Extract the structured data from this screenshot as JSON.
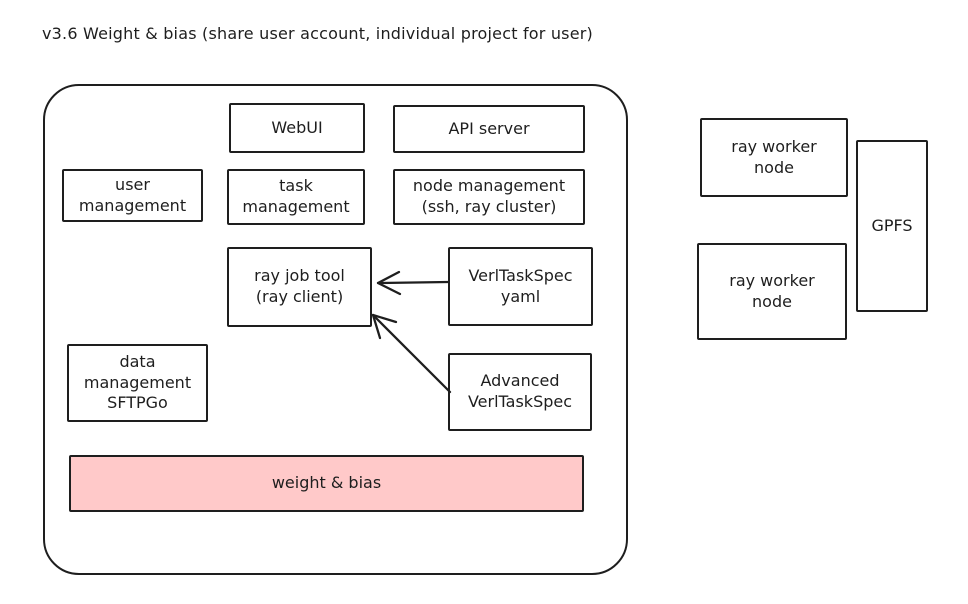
{
  "title": "v3.6 Weight & bias (share user account, individual project for user)",
  "colors": {
    "stroke": "#1e1e1e",
    "background": "#ffffff",
    "highlight_fill": "#ffc9c9"
  },
  "cluster": {
    "nodes": {
      "webui": {
        "label": "WebUI"
      },
      "api_server": {
        "label": "API server"
      },
      "user_management": {
        "label": "user\nmanagement"
      },
      "task_management": {
        "label": "task\nmanagement"
      },
      "node_management": {
        "label": "node management\n(ssh, ray cluster)"
      },
      "ray_job_tool": {
        "label": "ray job tool\n(ray client)"
      },
      "verl_task_spec_yaml": {
        "label": "VerlTaskSpec\nyaml"
      },
      "advanced_verl_task_spec": {
        "label": "Advanced\nVerlTaskSpec"
      },
      "data_management": {
        "label": "data\nmanagement\nSFTPGo"
      },
      "weight_and_bias": {
        "label": "weight & bias",
        "fill": "#ffc9c9"
      }
    }
  },
  "external": {
    "ray_worker_node_top": {
      "label": "ray worker\nnode"
    },
    "ray_worker_node_bottom": {
      "label": "ray worker\nnode"
    },
    "gpfs": {
      "label": "GPFS"
    }
  },
  "edges": [
    {
      "from": "verl_task_spec_yaml",
      "to": "ray_job_tool"
    },
    {
      "from": "advanced_verl_task_spec",
      "to": "ray_job_tool"
    }
  ]
}
